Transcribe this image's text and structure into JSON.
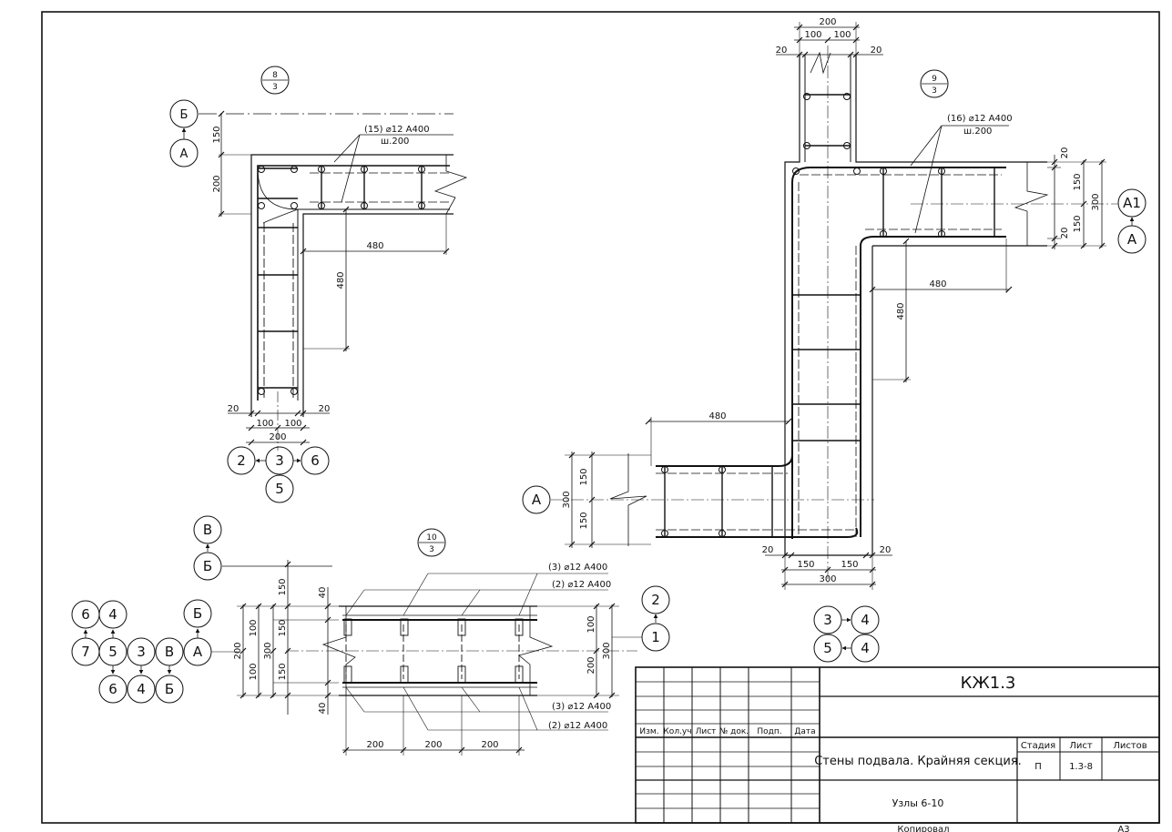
{
  "sheet": {
    "code": "КЖ1.3",
    "description": "Стены подвала. Крайняя секция.",
    "subtitle": "Узлы 6-10",
    "stage_header": "Стадия",
    "stage_value": "П",
    "sheet_header": "Лист",
    "sheet_value": "1.3-8",
    "sheets_header": "Листов",
    "sheets_value": "",
    "copied": "Копировал",
    "format": "А3",
    "col_headers": [
      "Изм.",
      "Кол.уч",
      "Лист",
      "№ док.",
      "Подп.",
      "Дата"
    ]
  },
  "node8": {
    "num": "8",
    "sheet": "3",
    "rebar": "(15) ⌀12 А400",
    "step": "ш.200",
    "dims": {
      "a": "150",
      "b": "200",
      "c": "480",
      "d": "480",
      "e": "20",
      "f": "20",
      "g": "100",
      "h": "100",
      "i": "200"
    },
    "axis_top": "Б",
    "axis_bottom": "А",
    "bubbles": [
      "2",
      "3",
      "6",
      "5"
    ]
  },
  "node9": {
    "num": "9",
    "sheet": "3",
    "rebar": "(16) ⌀12 А400",
    "step": "ш.200",
    "dims": {
      "top_total": "200",
      "top_l": "100",
      "top_r": "100",
      "top_e_l": "20",
      "top_e_r": "20",
      "r_a": "20",
      "r_b": "150",
      "r_c": "150",
      "r_d": "20",
      "r_total": "300",
      "h480": "480",
      "v480": "480",
      "left480": "480",
      "l_a": "150",
      "l_b": "150",
      "l_total": "300",
      "b_e_l": "20",
      "b_e_r": "20",
      "b_l": "150",
      "b_r": "150",
      "b_total": "300"
    },
    "axis_right_top": "А1",
    "axis_right_bottom": "А",
    "axis_left": "А",
    "bubbles": [
      "3",
      "4",
      "5",
      "4"
    ]
  },
  "node10": {
    "num": "10",
    "sheet": "3",
    "rebar_top1": "(3) ⌀12 А400",
    "rebar_top2": "(2) ⌀12 А400",
    "rebar_bot1": "(3) ⌀12 А400",
    "rebar_bot2": "(2) ⌀12 А400",
    "dims": {
      "l150a": "150",
      "l40a": "40",
      "l100a": "100",
      "l150b": "150",
      "l200": "200",
      "l300": "300",
      "l100b": "100",
      "l150c": "150",
      "l40b": "40",
      "r100": "100",
      "r300": "300",
      "r200": "200",
      "b1": "200",
      "b2": "200",
      "b3": "200"
    },
    "axis_top": "В",
    "axis_mid": "Б",
    "right_axes": [
      "2",
      "1"
    ],
    "bubbles": [
      "6",
      "4",
      "Б",
      "7",
      "5",
      "3",
      "В",
      "А",
      "6",
      "4",
      "Б"
    ]
  }
}
